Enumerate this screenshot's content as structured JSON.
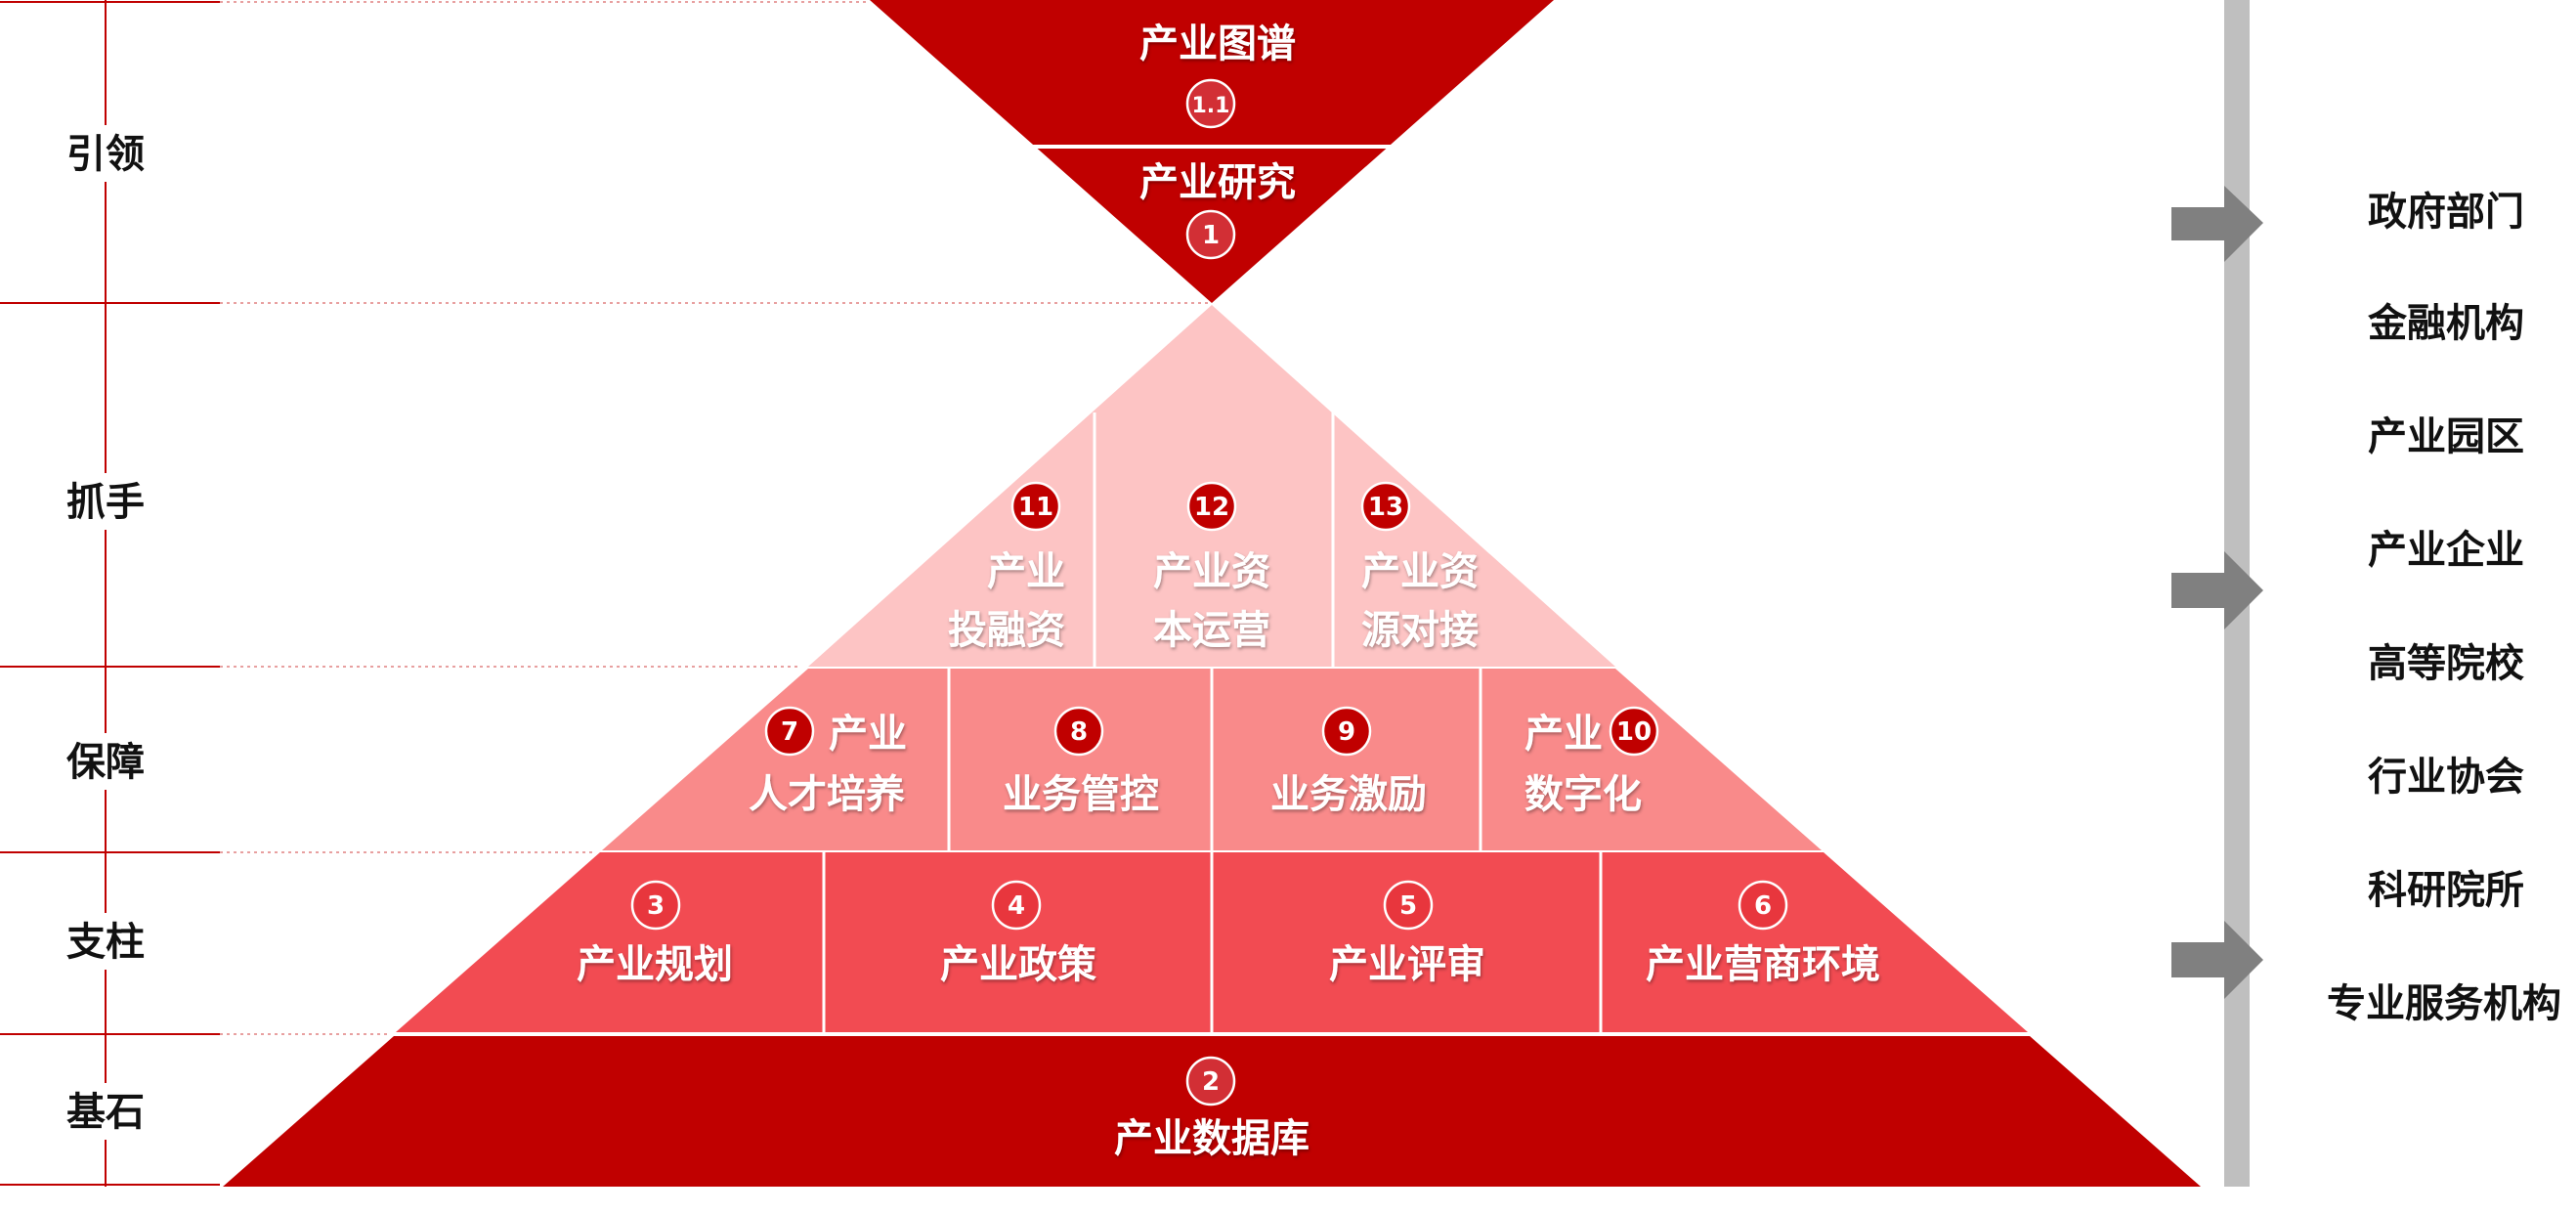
{
  "left_labels": [
    "引领",
    "抓手",
    "保障",
    "支柱",
    "基石"
  ],
  "top": {
    "map": {
      "title": "产业图谱",
      "badge": "1.1"
    },
    "research": {
      "title": "产业研究",
      "badge": "1"
    }
  },
  "grip": [
    {
      "badge": "11",
      "line1": "产业",
      "line2": "投融资"
    },
    {
      "badge": "12",
      "line1": "产业资",
      "line2": "本运营"
    },
    {
      "badge": "13",
      "line1": "产业资",
      "line2": "源对接"
    }
  ],
  "guarantee": [
    {
      "badge": "7",
      "line1": "产业",
      "line2": "人才培养"
    },
    {
      "badge": "8",
      "line1": "业务管控"
    },
    {
      "badge": "9",
      "line1": "业务激励"
    },
    {
      "badge": "10",
      "line1": "产业",
      "line2": "数字化"
    }
  ],
  "pillars": [
    {
      "badge": "3",
      "title": "产业规划"
    },
    {
      "badge": "4",
      "title": "产业政策"
    },
    {
      "badge": "5",
      "title": "产业评审"
    },
    {
      "badge": "6",
      "title": "产业营商环境"
    }
  ],
  "base": {
    "badge": "2",
    "title": "产业数据库"
  },
  "right_labels": [
    "政府部门",
    "金融机构",
    "产业园区",
    "产业企业",
    "高等院校",
    "行业协会",
    "科研院所",
    "专业服务机构"
  ],
  "colors": {
    "dark_red": "#C00000",
    "mid_red": "#F24B52",
    "light_red": "#F98A8A",
    "pale_red": "#FDC4C4",
    "axis_red": "#C00000",
    "bar_gray": "#BFBFBF",
    "arrow_gray": "#808080"
  }
}
